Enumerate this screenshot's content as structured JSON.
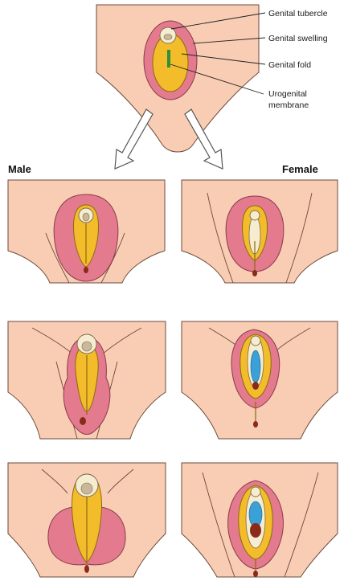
{
  "labels": {
    "genital_tubercle": "Genital tubercle",
    "genital_swelling": "Genital swelling",
    "genital_fold": "Genital fold",
    "urogenital_membrane_line1": "Urogenital",
    "urogenital_membrane_line2": "membrane"
  },
  "columns": {
    "male": "Male",
    "female": "Female"
  },
  "colors": {
    "skin": "#f9cdb4",
    "labioscrotal": "#e37a8e",
    "fold": "#f3bc2a",
    "membrane": "#2f8f3a",
    "vaginal_opening": "#3aa0d8",
    "anus": "#8a2a1a"
  }
}
